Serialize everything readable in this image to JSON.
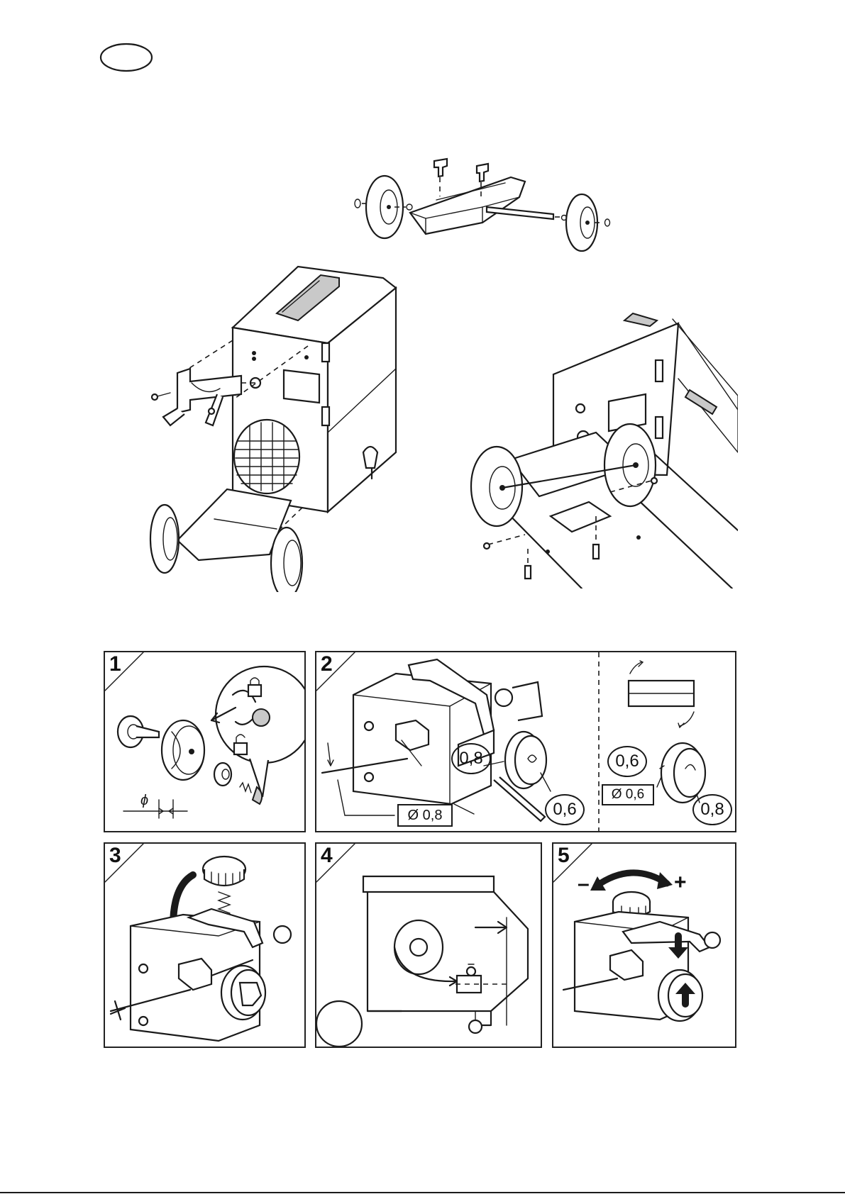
{
  "page": {
    "language_badge": "",
    "colors": {
      "ink": "#1a1a1a",
      "paper": "#ffffff",
      "shade": "#c9c9c9"
    }
  },
  "illustrations": {
    "cart": {
      "icon": "wheel-base-exploded-icon"
    },
    "machine_front": {
      "icon": "welder-front-assembly-icon"
    },
    "machine_side": {
      "icon": "welder-underside-assembly-icon"
    }
  },
  "steps": [
    {
      "number": "1",
      "icon": "wire-spool-mounting-icon"
    },
    {
      "number": "2",
      "icon": "feed-roller-selection-icon",
      "labels": {
        "roller_a": "0,8",
        "roller_b": "0,6",
        "diameter_box": "Ø 0,8",
        "alt_roller_a": "0,6",
        "alt_diameter_box": "Ø 0,6",
        "alt_roller_b": "0,8"
      }
    },
    {
      "number": "3",
      "icon": "pressure-arm-closing-icon"
    },
    {
      "number": "4",
      "icon": "wire-feed-path-icon"
    },
    {
      "number": "5",
      "icon": "pressure-adjust-icon",
      "labels": {
        "minus": "–",
        "plus": "+"
      }
    }
  ],
  "diameter_symbol": "ϕ"
}
